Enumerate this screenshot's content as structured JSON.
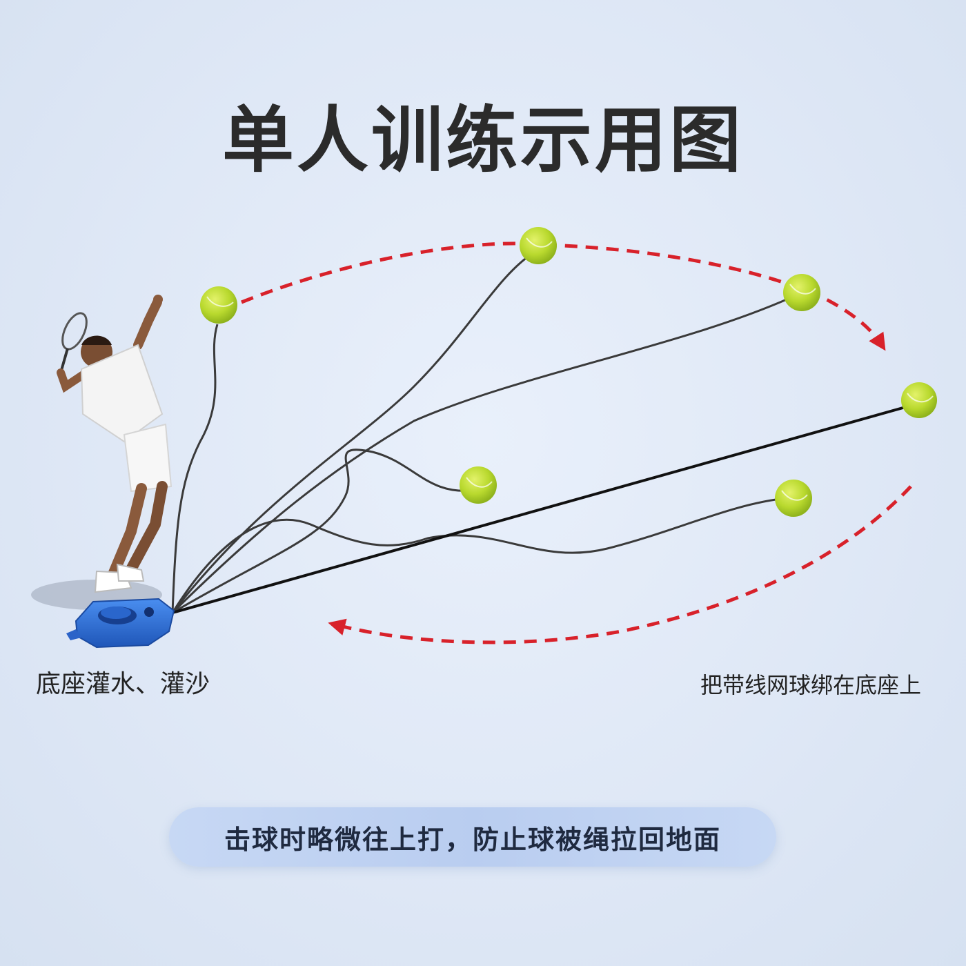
{
  "title": "单人训练示用图",
  "base_caption": "底座灌水、灌沙",
  "ball_caption": "把带线网球绑在底座上",
  "tip": "击球时略微往上打，防止球被绳拉回地面",
  "colors": {
    "ball": "#b9d92e",
    "base": "#2f6fd6",
    "arrow": "#d8212a",
    "string": "#333333"
  }
}
